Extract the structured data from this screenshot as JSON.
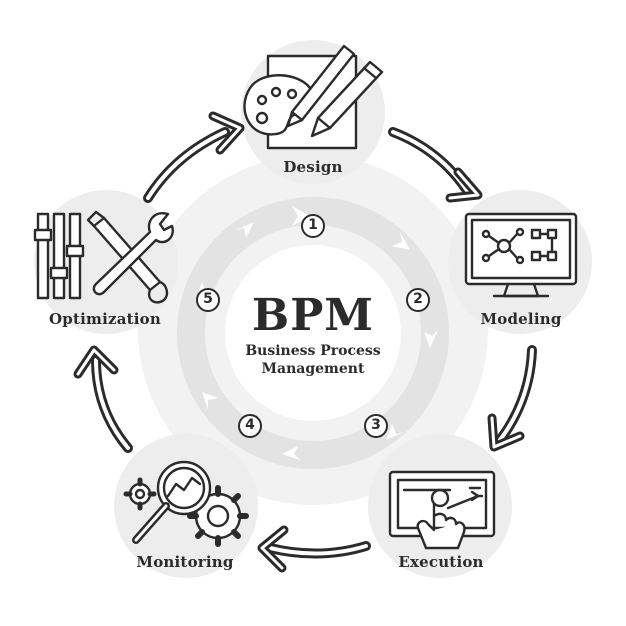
{
  "center": {
    "title": "BPM",
    "subtitle_line1": "Business Process",
    "subtitle_line2": "Management"
  },
  "stages": [
    {
      "number": "1",
      "label": "Design",
      "icon": "palette-ruler-pencil-icon"
    },
    {
      "number": "2",
      "label": "Modeling",
      "icon": "monitor-flowchart-icon"
    },
    {
      "number": "3",
      "label": "Execution",
      "icon": "touchscreen-hand-icon"
    },
    {
      "number": "4",
      "label": "Monitoring",
      "icon": "magnifier-gears-icon"
    },
    {
      "number": "5",
      "label": "Optimization",
      "icon": "sliders-tools-icon"
    }
  ],
  "colors": {
    "ink": "#2b2b2b",
    "background": "#ffffff",
    "circle_fill": "#eeeeee",
    "ring_fill": "#e4e4e4"
  }
}
